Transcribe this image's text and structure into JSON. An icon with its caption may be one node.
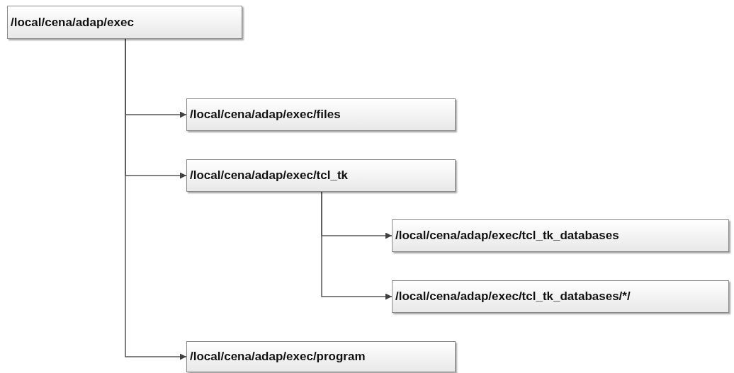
{
  "diagram": {
    "nodes": [
      {
        "text": [
          "/local/cena/adap/exec"
        ]
      },
      {
        "text": [
          "/local/cena/adap/exec/files"
        ]
      },
      {
        "text": [
          "/local/cena/adap/exec/tcl_tk"
        ]
      },
      {
        "text": [
          "/local/cena/adap/exec/tcl_tk_databases"
        ]
      },
      {
        "text": [
          "/local/cena/adap/exec/tcl_tk_databases/*/"
        ]
      },
      {
        "text": [
          "/local/cena/adap/exec/program"
        ]
      }
    ],
    "edges": [
      {
        "from": 0,
        "to": 1,
        "arrow": "to"
      },
      {
        "from": 0,
        "to": 2,
        "arrow": "to"
      },
      {
        "from": 2,
        "to": 3,
        "arrow": "to"
      },
      {
        "from": 2,
        "to": 4,
        "arrow": "to"
      },
      {
        "from": 0,
        "to": 5,
        "arrow": "to"
      }
    ]
  }
}
